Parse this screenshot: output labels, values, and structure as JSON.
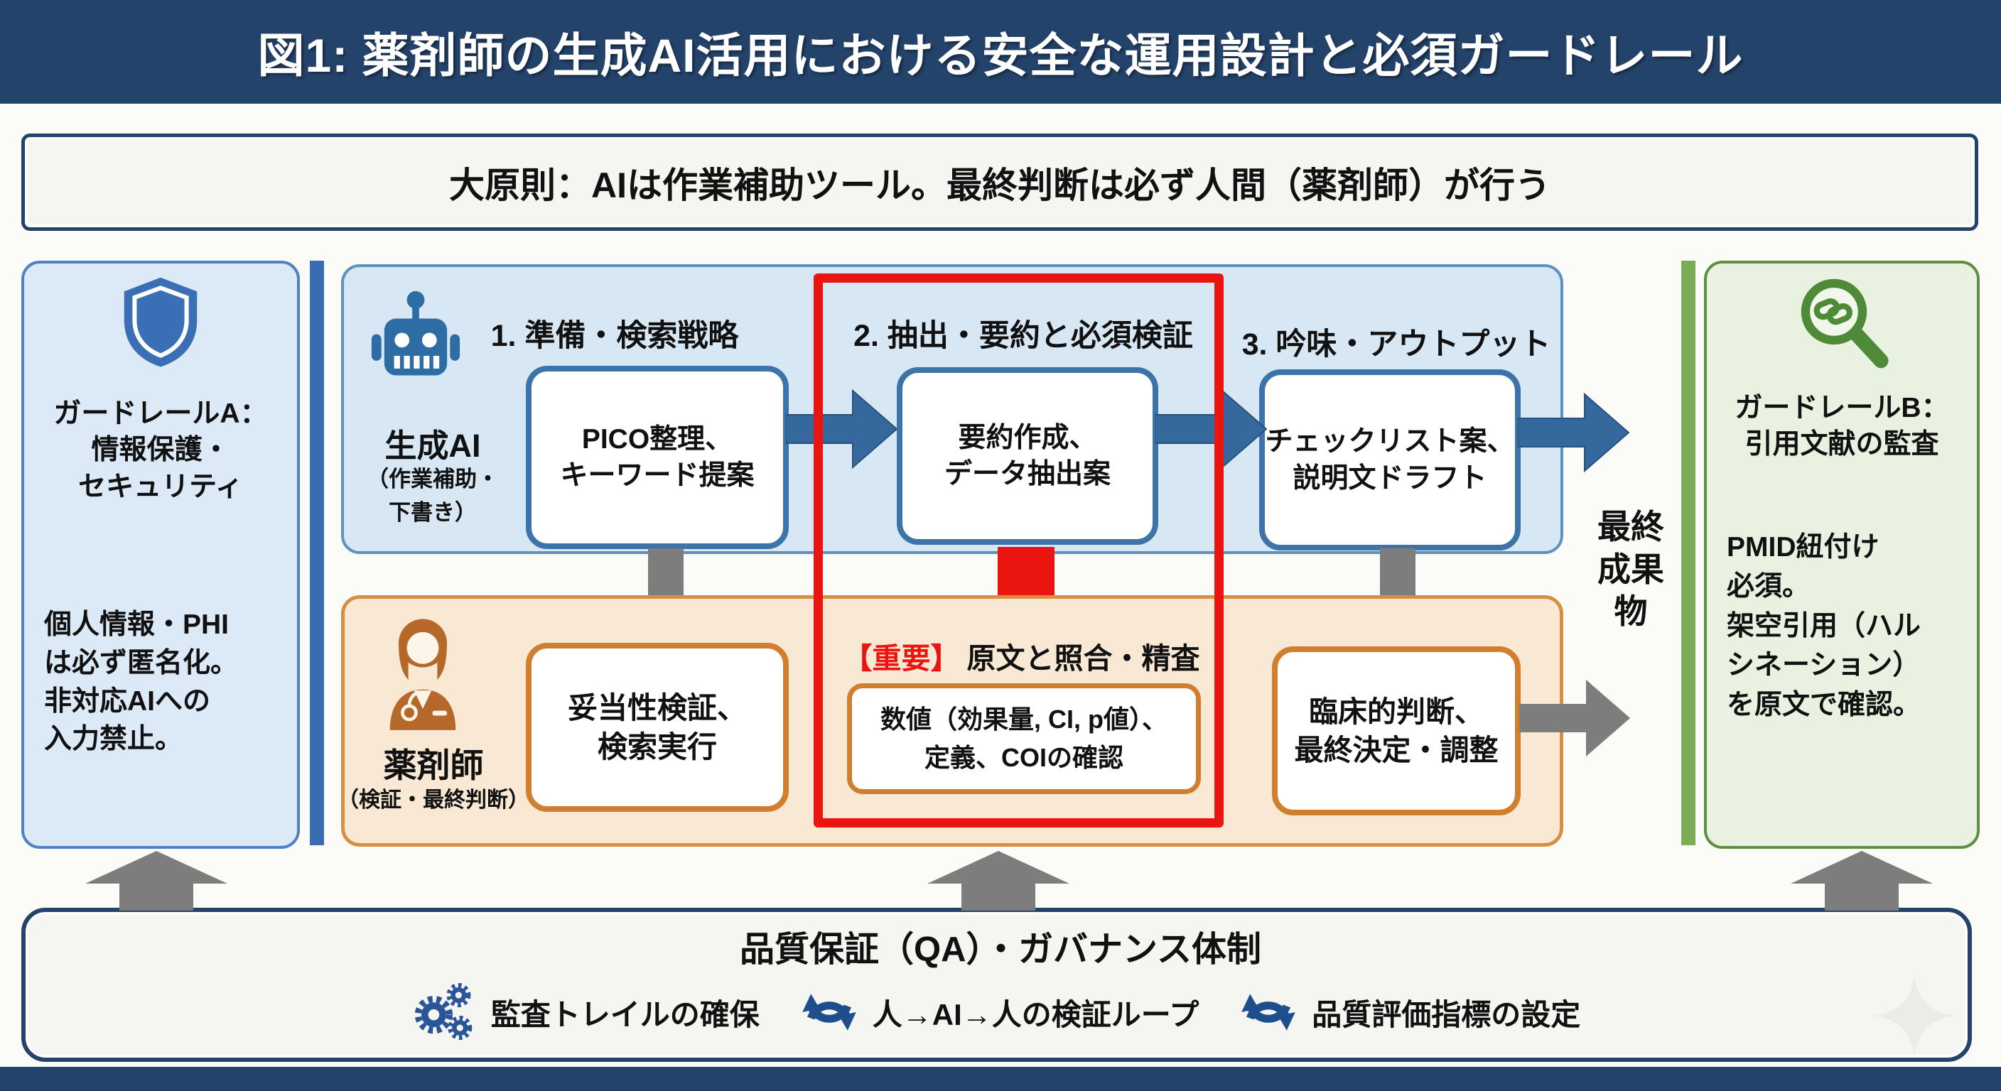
{
  "colors": {
    "navy": "#24436b",
    "panel_blue_bg": "#dce9f7",
    "panel_blue_border": "#4d82c4",
    "flow_blue_bg": "#d8e7f4",
    "steel_blue_arrow": "#35689d",
    "blue_bar": "#3a6cb0",
    "orange_bg": "#f9e8d3",
    "orange_border": "#d07f2f",
    "pharmacist_orange": "#b5682a",
    "red_highlight": "#ea1510",
    "green_bg": "#e9f2e0",
    "green_accent": "#5d9040",
    "green_bar": "#7bac56",
    "gray_arrow": "#7d7d7d"
  },
  "header": {
    "title": "図1: 薬剤師の生成AI活用における安全な運用設計と必須ガードレール"
  },
  "principle": {
    "text": "大原則：AIは作業補助ツール。最終判断は必ず人間（薬剤師）が行う"
  },
  "guardrail_a": {
    "title": "ガードレールA：\n情報保護・\nセキュリティ",
    "body": "個人情報・PHI\nは必ず匿名化。\n非対応AIへの\n入力禁止。"
  },
  "ai_row": {
    "actor_label": "生成AI",
    "actor_sublabel": "（作業補助・\n下書き）",
    "steps": [
      {
        "title": "1. 準備・検索戦略",
        "box": "PICO整理、\nキーワード提案"
      },
      {
        "title": "2. 抽出・要約と必須検証",
        "box": "要約作成、\nデータ抽出案"
      },
      {
        "title": "3. 吟味・アウトプット",
        "box": "チェックリスト案、\n説明文ドラフト"
      }
    ]
  },
  "human_row": {
    "actor_label": "薬剤師",
    "actor_sublabel": "（検証・最終判断）",
    "box1": "妥当性検証、\n検索実行",
    "important_tag": "【重要】",
    "important_title": "原文と照合・精査",
    "important_box": "数値（効果量, CI, p値）、\n定義、COIの確認",
    "box3": "臨床的判断、\n最終決定・調整"
  },
  "final_output_label": "最終\n成果\n物",
  "guardrail_b": {
    "title": "ガードレールB：\n引用文献の監査",
    "body": "PMID紐付け\n必須。\n架空引用（ハル\nシネーション）\nを原文で確認。"
  },
  "qa": {
    "title": "品質保証（QA）・ガバナンス体制",
    "items": [
      {
        "label": "監査トレイルの確保"
      },
      {
        "label": "人→AI→人の検証ループ"
      },
      {
        "label": "品質評価指標の設定"
      }
    ]
  }
}
